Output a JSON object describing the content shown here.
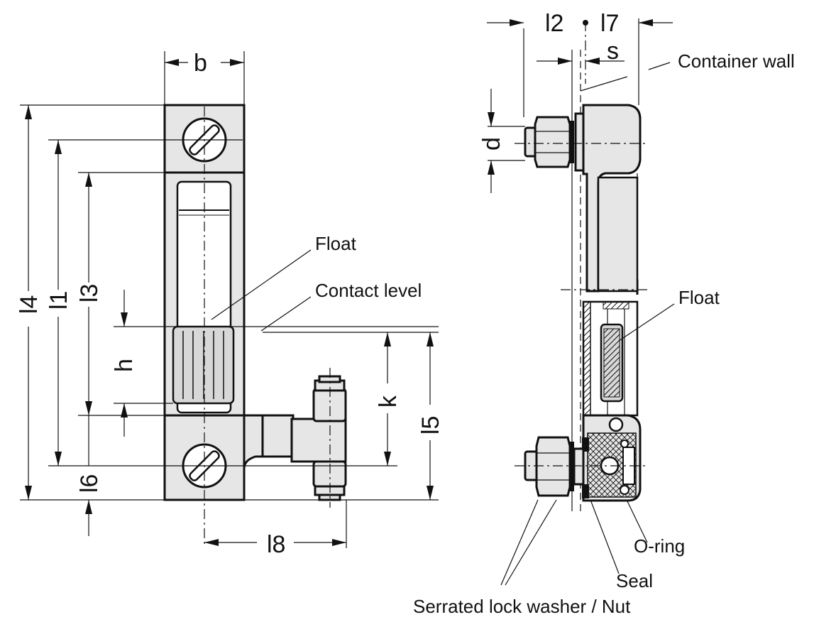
{
  "dimensions": {
    "b": "b",
    "l1": "l1",
    "l2": "l2",
    "l3": "l3",
    "l4": "l4",
    "l5": "l5",
    "l6": "l6",
    "l7": "l7",
    "l8": "l8",
    "h": "h",
    "k": "k",
    "d": "d",
    "s": "s"
  },
  "labels": {
    "float_left": "Float",
    "contact_level": "Contact level",
    "container_wall": "Container wall",
    "float_right": "Float",
    "o_ring": "O-ring",
    "seal": "Seal",
    "lock_washer_nut": "Serrated lock washer / Nut"
  },
  "colors": {
    "line": "#111111",
    "body_fill": "#e6e6e6",
    "background": "#ffffff"
  }
}
